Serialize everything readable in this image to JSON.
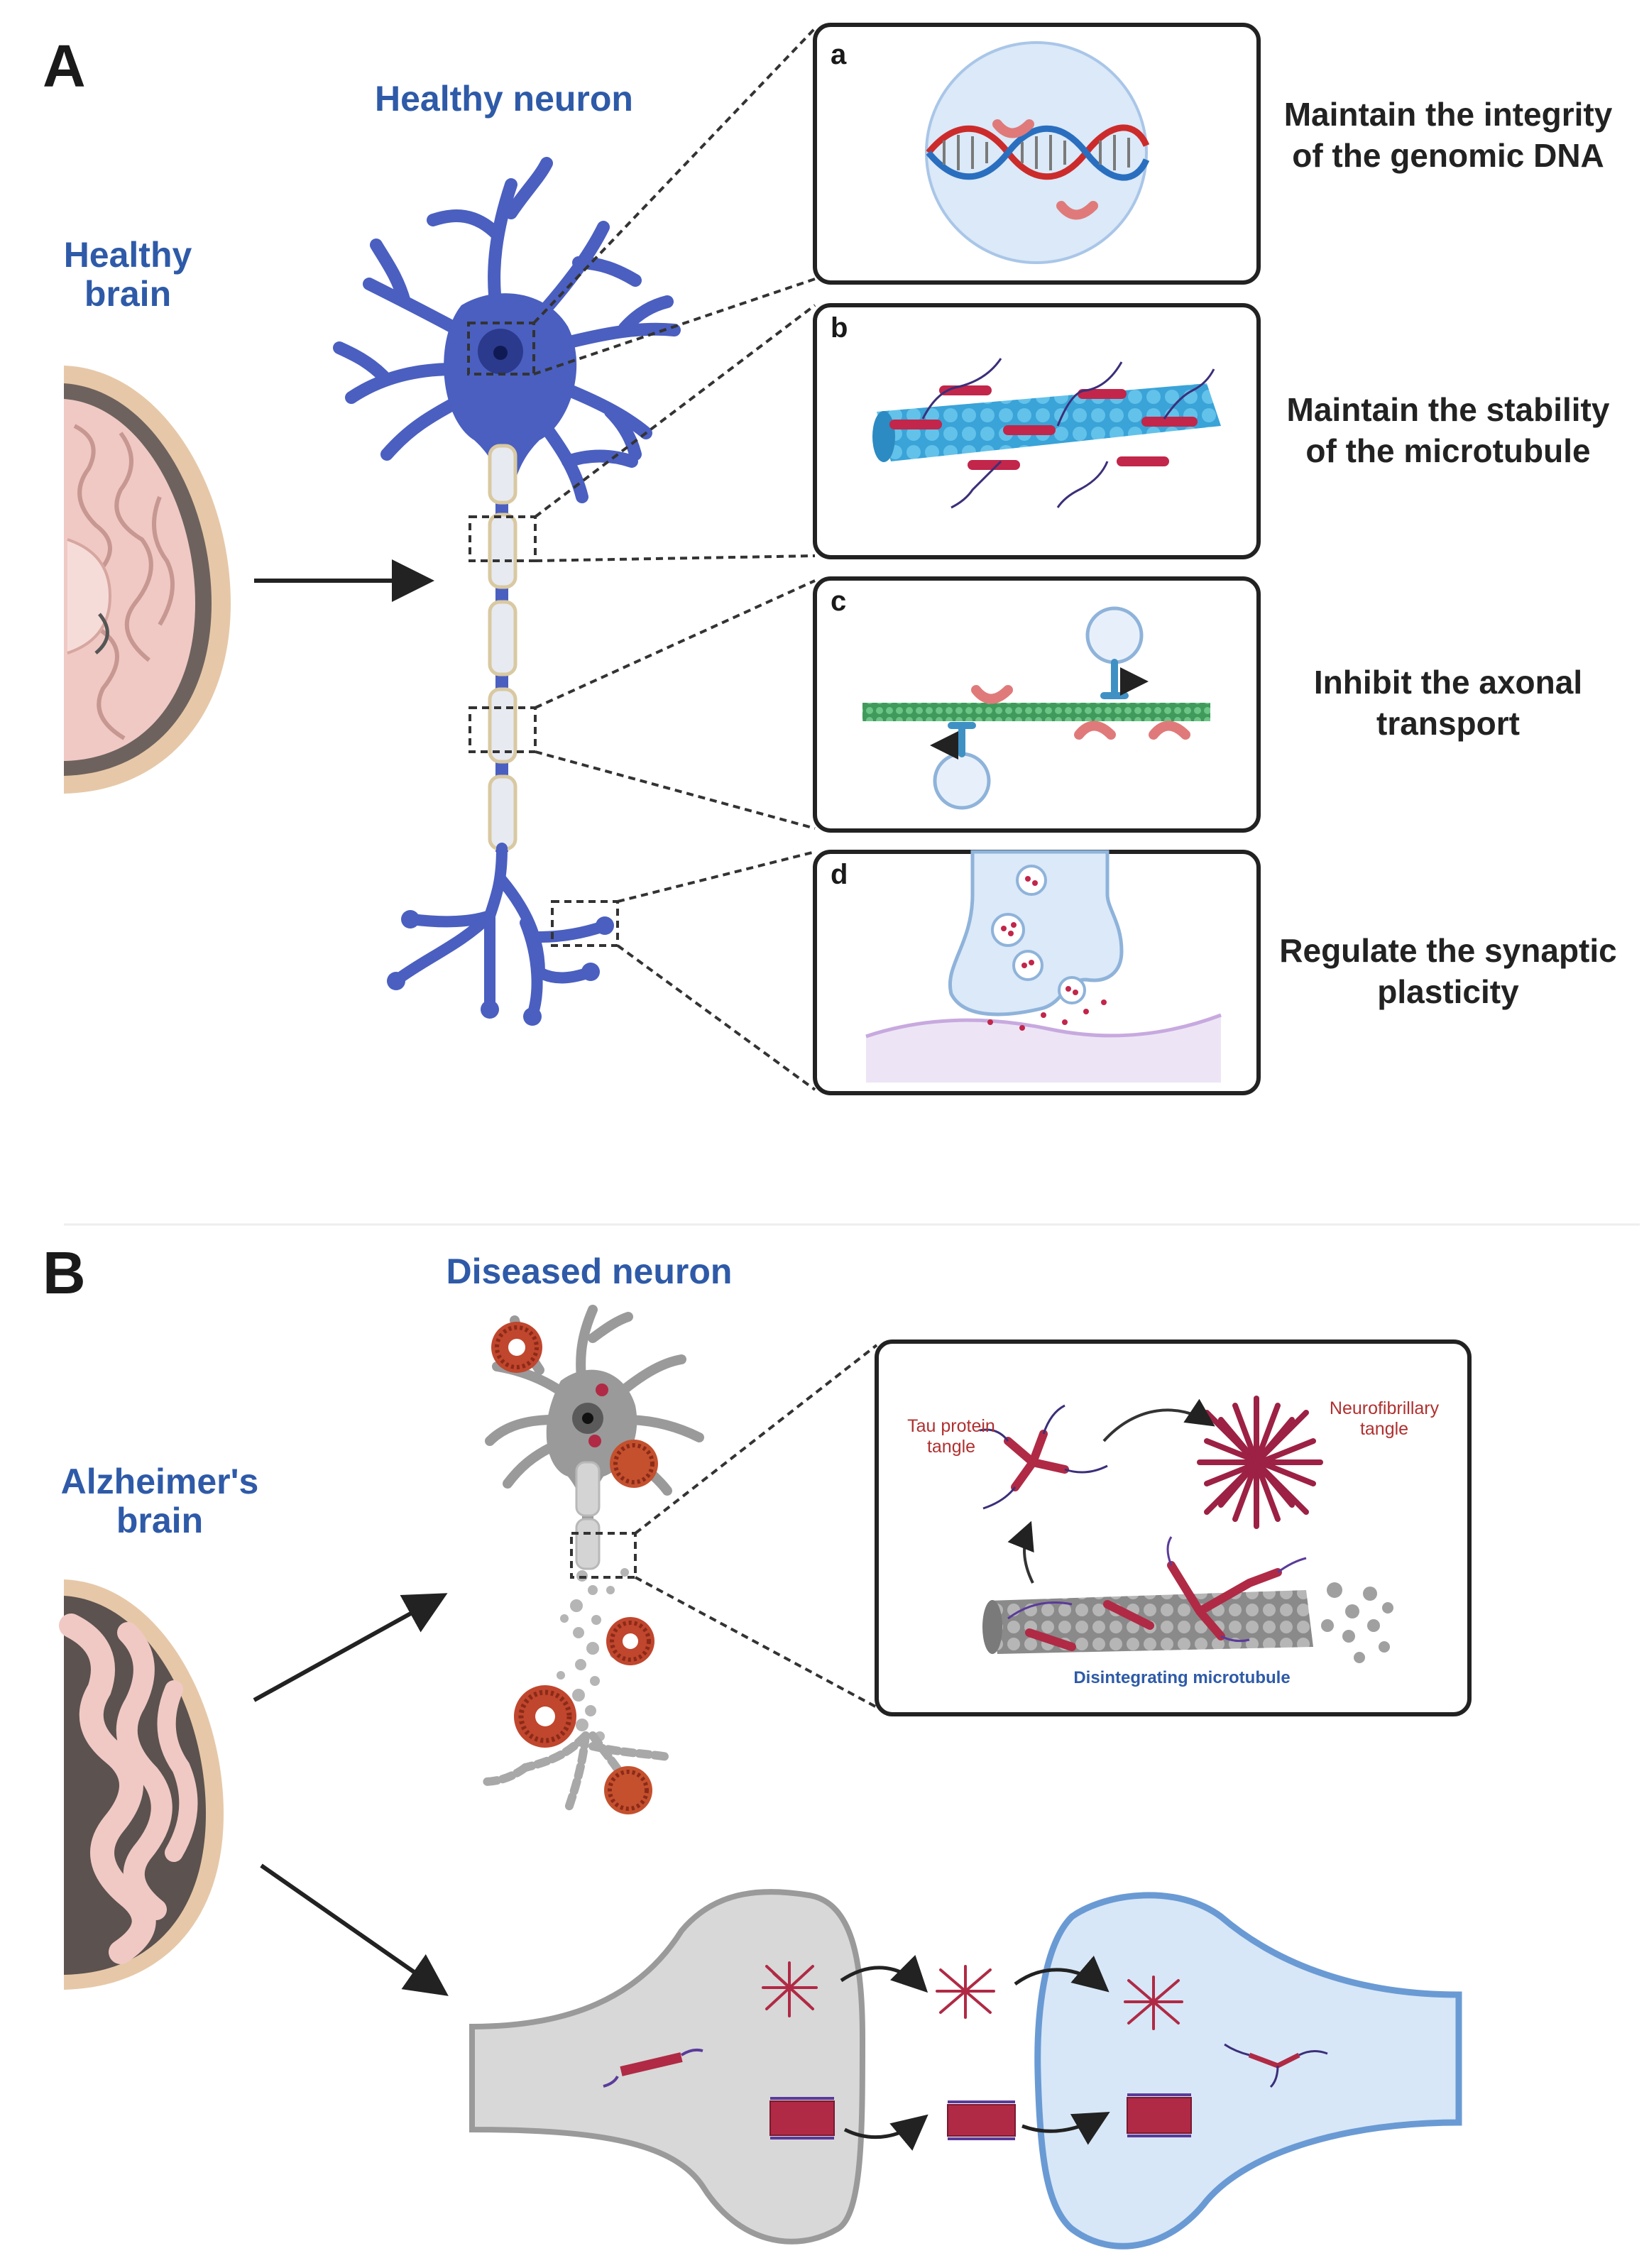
{
  "panel_a": {
    "letter": "A",
    "neuron_title": "Healthy neuron",
    "brain_label_line1": "Healthy",
    "brain_label_line2": "brain",
    "boxes": [
      {
        "letter": "a",
        "line1": "Maintain the integrity",
        "line2": "of the genomic DNA"
      },
      {
        "letter": "b",
        "line1": "Maintain the stability",
        "line2": "of the microtubule"
      },
      {
        "letter": "c",
        "line1": "Inhibit the axonal",
        "line2": "transport"
      },
      {
        "letter": "d",
        "line1": "Regulate the synaptic",
        "line2": "plasticity"
      }
    ]
  },
  "panel_b": {
    "letter": "B",
    "neuron_title": "Diseased neuron",
    "brain_label_line1": "Alzheimer's",
    "brain_label_line2": "brain",
    "inset": {
      "tau_line1": "Tau protein",
      "tau_line2": "tangle",
      "nft_line1": "Neurofibrillary",
      "nft_line2": "tangle",
      "microtubule": "Disintegrating microtubule"
    }
  },
  "colors": {
    "neuron_blue": "#4a5fc0",
    "title_blue": "#2e5aa8",
    "tau_red": "#b02a45",
    "brain_pink": "#f0c9c4",
    "brain_skin": "#e6c8a8"
  }
}
